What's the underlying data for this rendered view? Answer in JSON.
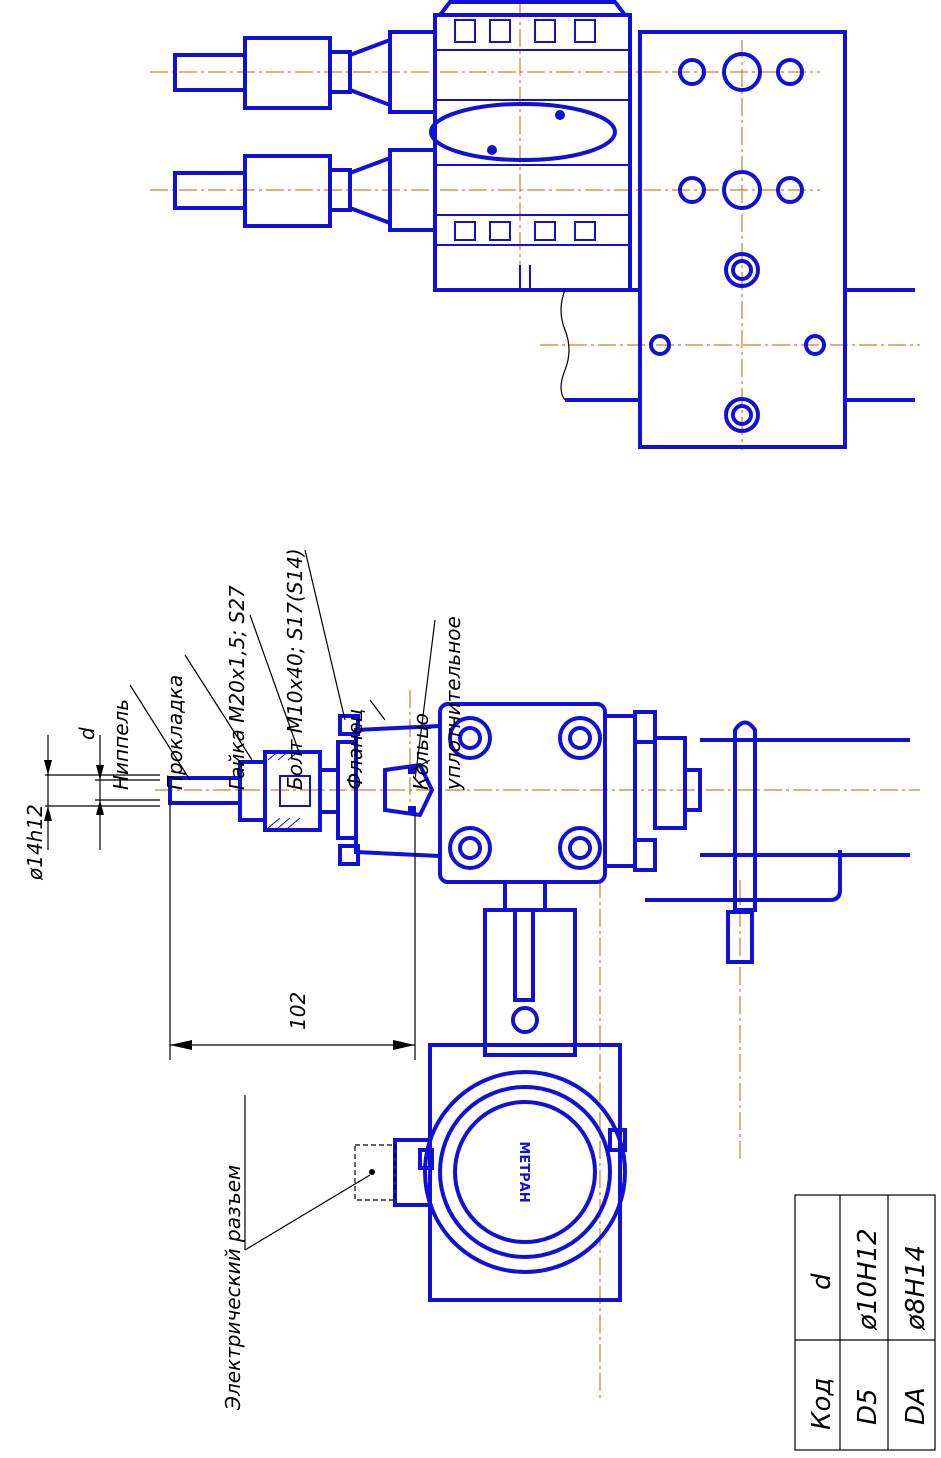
{
  "callouts": {
    "nipple": "Ниппель",
    "gasket": "Прокладка",
    "nut": "Гайка М20х1,5; S27",
    "bolt": "Болт М10х40; S17(S14)",
    "flange": "Фланец",
    "ring_line1": "Кольцо",
    "ring_line2": "уплотнительное",
    "connector": "Электрический разъем"
  },
  "dimensions": {
    "outer_diameter": "ø14h12",
    "inner": "d",
    "length": "102"
  },
  "logo_text": "МЕТРАН",
  "code_table": {
    "headers": [
      "Код",
      "d"
    ],
    "rows": [
      [
        "D5",
        "ø10H12"
      ],
      [
        "DA",
        "ø8H14"
      ]
    ]
  },
  "colors": {
    "outline": "#1010d8",
    "axis": "#e07820",
    "text": "#000000"
  }
}
